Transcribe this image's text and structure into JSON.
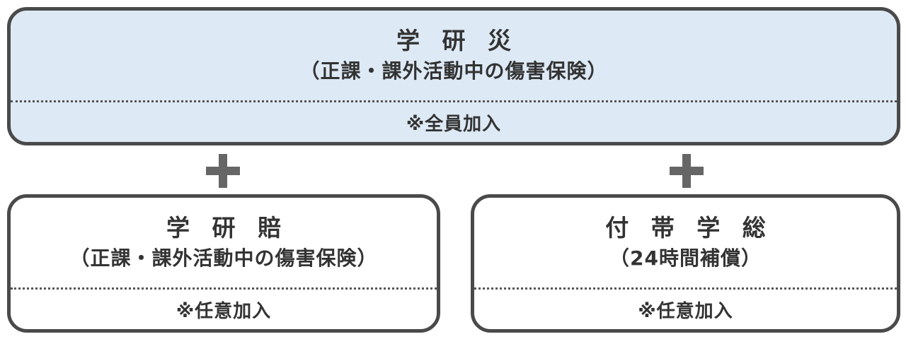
{
  "top_box": {
    "title": "学 研 災",
    "subtitle": "（正課・課外活動中の傷害保険）",
    "note": "※全員加入"
  },
  "left_box": {
    "title": "学 研 賠",
    "subtitle": "（正課・課外活動中の傷害保険）",
    "note": "※任意加入"
  },
  "right_box": {
    "title": "付 帯 学 総",
    "subtitle": "（24時間補償）",
    "note": "※任意加入"
  },
  "colors": {
    "top_box_fill": "#dde9f5",
    "border": "#4a4a4a",
    "plus": "#666666"
  },
  "icons": {
    "connector": "plus-icon"
  }
}
